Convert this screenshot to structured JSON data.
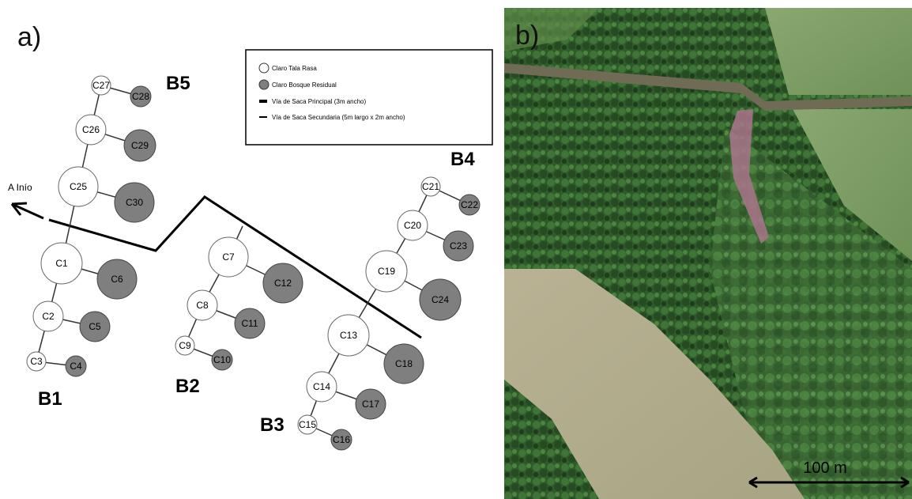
{
  "panel_a": {
    "letter": "a)",
    "arrow_label": "A Inío",
    "legend": [
      {
        "symbol": "open-circle",
        "label": "Claro Tala Rasa"
      },
      {
        "symbol": "grey-circle",
        "label": "Claro Bosque Residual"
      },
      {
        "symbol": "thick-line",
        "label": "Vía de Saca Principal (3m ancho)"
      },
      {
        "symbol": "thin-line",
        "label": "Vía de Saca Secundaria (5m largo x 2m ancho)"
      }
    ],
    "blocks": [
      "B1",
      "B2",
      "B3",
      "B4",
      "B5"
    ],
    "clear_cut_gaps": [
      "C1",
      "C2",
      "C3",
      "C7",
      "C8",
      "C9",
      "C13",
      "C14",
      "C15",
      "C19",
      "C20",
      "C21",
      "C25",
      "C26",
      "C27"
    ],
    "residual_forest_gaps": [
      "C4",
      "C5",
      "C6",
      "C10",
      "C11",
      "C12",
      "C16",
      "C17",
      "C18",
      "C22",
      "C23",
      "C24",
      "C28",
      "C29",
      "C30"
    ],
    "colors": {
      "clear_cut_fill": "#ffffff",
      "residual_fill": "#7f7f7f",
      "stroke": "#4a4a4a",
      "road": "#000000"
    }
  },
  "panel_b": {
    "letter": "b)",
    "scale_label": "100 m"
  }
}
